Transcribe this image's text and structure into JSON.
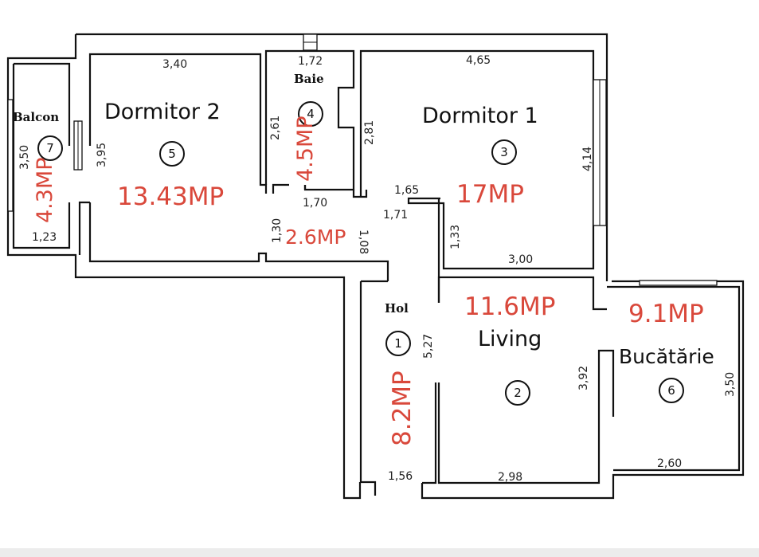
{
  "plan": {
    "accent_color": "#d9483b",
    "rooms": [
      {
        "id": "hol",
        "number": "1",
        "name": "Hol",
        "area": "8.2MP",
        "dims": [
          "5,27",
          "1,56"
        ]
      },
      {
        "id": "living",
        "number": "2",
        "name": "Living",
        "area": "11.6MP",
        "dims": [
          "3,92",
          "2,98"
        ]
      },
      {
        "id": "dormitor1",
        "number": "3",
        "name": "Dormitor 1",
        "area": "17MP",
        "dims": [
          "4,65",
          "4,14",
          "2,81",
          "1,33",
          "3,00",
          "1,65",
          "1,71"
        ]
      },
      {
        "id": "baie",
        "number": "4",
        "name": "Baie",
        "area": "4.5MP",
        "dims": [
          "1,72",
          "2,61",
          "1,70"
        ]
      },
      {
        "id": "dormitor2",
        "number": "5",
        "name": "Dormitor 2",
        "area": "13.43MP",
        "dims": [
          "3,40",
          "3,95"
        ]
      },
      {
        "id": "bucatarie",
        "number": "6",
        "name": "Bucătărie",
        "area": "9.1MP",
        "dims": [
          "3,50",
          "2,60"
        ]
      },
      {
        "id": "balcon",
        "number": "7",
        "name": "Balcon",
        "area": "4.3MP",
        "dims": [
          "3,50",
          "1,23"
        ]
      },
      {
        "id": "hallway",
        "number": "",
        "name": "",
        "area": "2.6MP",
        "dims": [
          "1,30",
          "1,08"
        ]
      }
    ]
  }
}
